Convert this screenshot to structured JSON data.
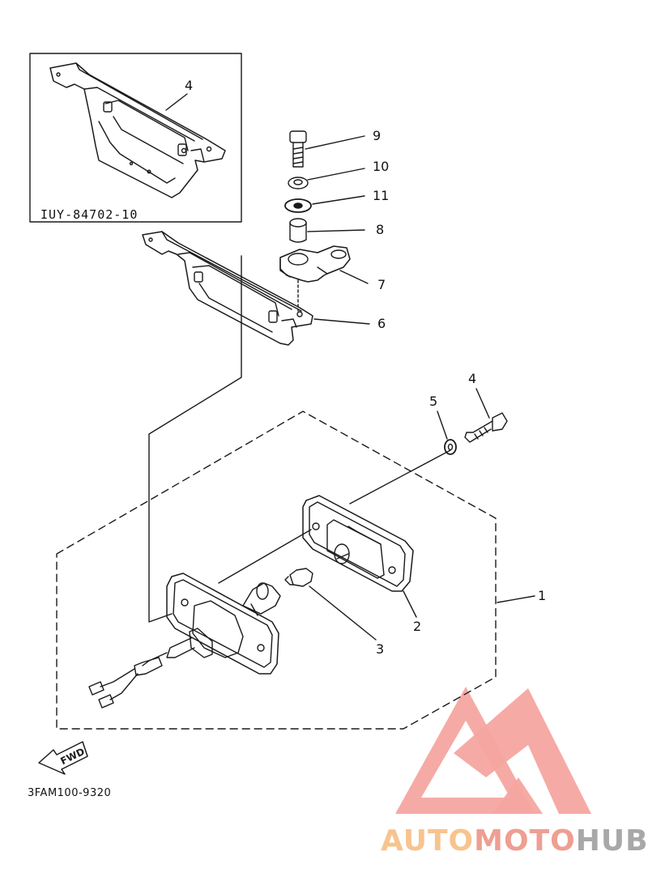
{
  "inset": {
    "code": "IUY-84702-10",
    "part_label": "4"
  },
  "part_labels": {
    "p1": "1",
    "p2": "2",
    "p3": "3",
    "p4": "4",
    "p5": "5",
    "p6": "6",
    "p7": "7",
    "p8": "8",
    "p9": "9",
    "p10": "10",
    "p11": "11"
  },
  "direction_badge": "FWD",
  "diagram_code": "3FAM100-9320",
  "watermark": {
    "part1": "AUTO",
    "part2": "MOTO",
    "part3": "HUB"
  },
  "colors": {
    "line": "#1a1a1a",
    "watermark_orange": "#f7c48f",
    "watermark_red": "#ee9f92",
    "watermark_grey": "#a8a8a8"
  }
}
